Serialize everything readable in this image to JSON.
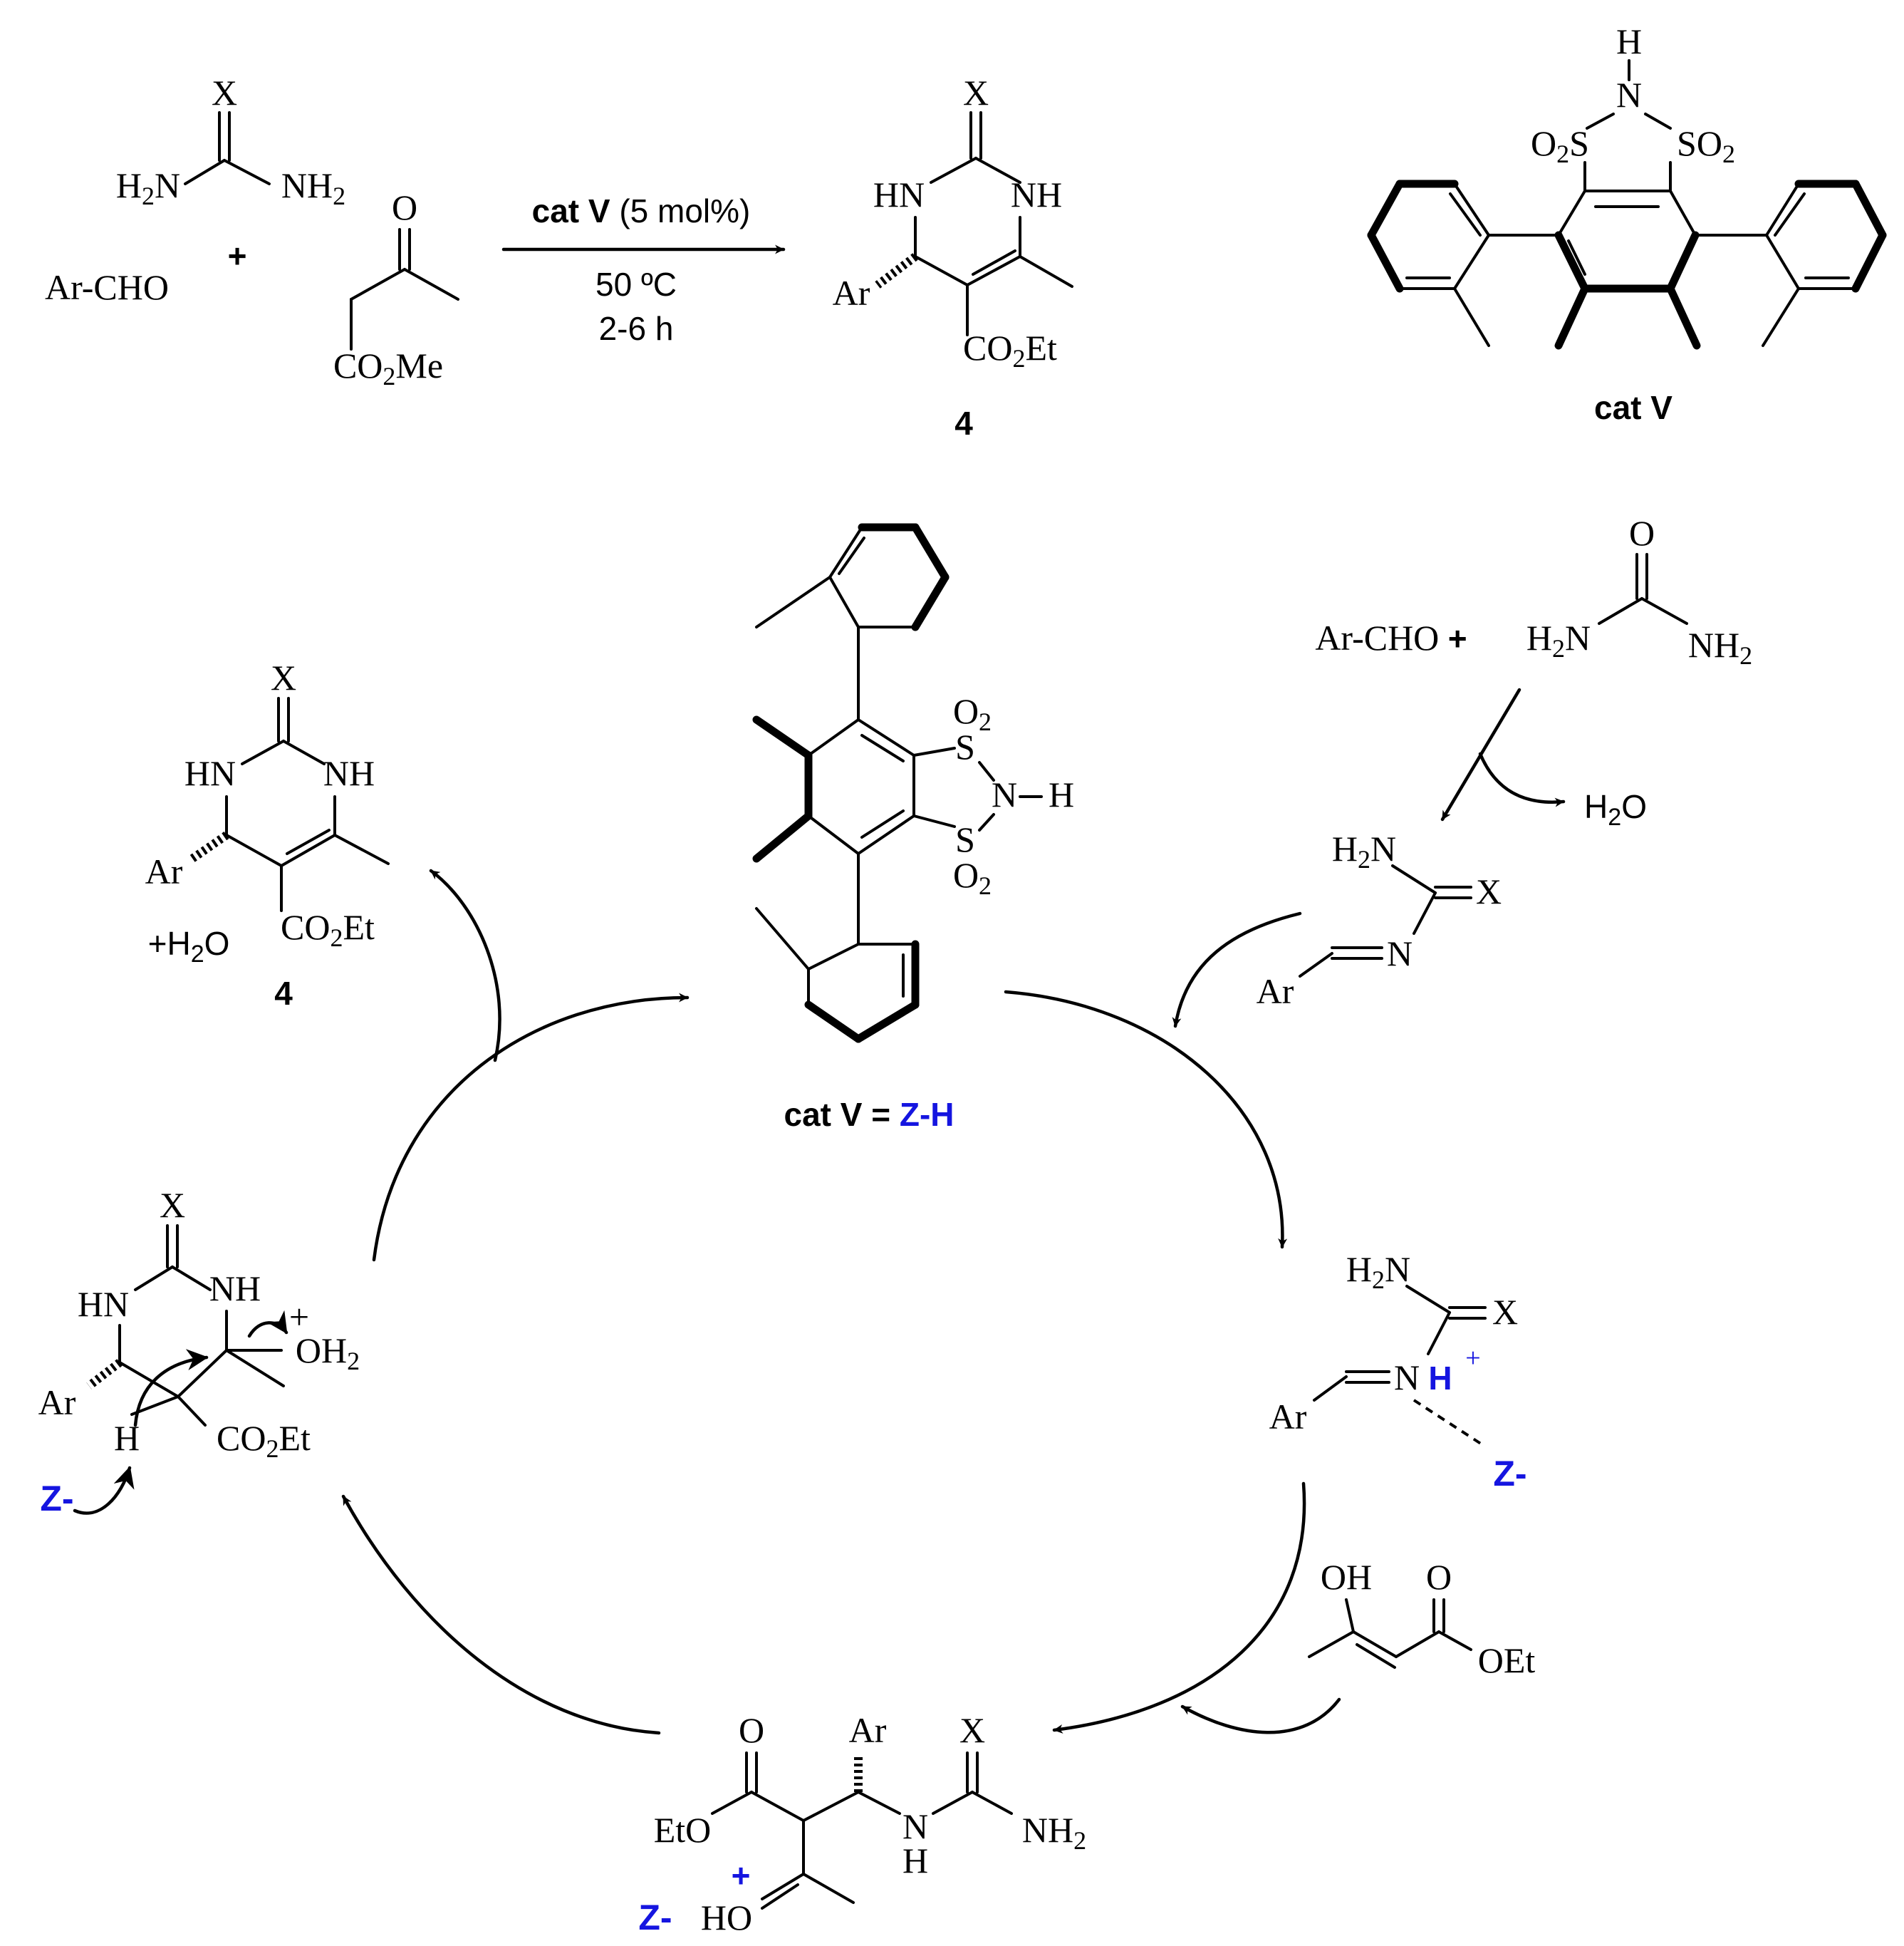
{
  "reaction": {
    "aldehyde": "Ar-CHO",
    "plus": "+",
    "x_atom": "X",
    "h2n": "H2N",
    "nh2": "NH2",
    "o_atom": "O",
    "ester": "CO2Me",
    "catalyst": "cat V",
    "loading": "(5 mol%)",
    "temperature": "50 ºC",
    "time": "2-6 h"
  },
  "product": {
    "x_atom": "X",
    "hn": "HN",
    "nh": "NH",
    "ar": "Ar",
    "ester": "CO2Et",
    "number": "4"
  },
  "catalyst": {
    "h": "H",
    "n": "N",
    "so2_left": "O2S",
    "so2_right": "SO2",
    "label": "cat V"
  },
  "cycle": {
    "center_label_prefix": "cat V = ",
    "center_label_zh": "Z-H",
    "center_o2_top": "O2",
    "center_s_top": "S",
    "center_nh": "N",
    "center_h": "H",
    "center_s_bottom": "S",
    "center_o2_bottom": "O2",
    "urea_aldehyde": "Ar-CHO",
    "urea_plus": "+",
    "urea_h2n": "H2N",
    "urea_nh2": "NH2",
    "urea_o": "O",
    "water": "H2O",
    "imine_h2n": "H2N",
    "imine_x": "X",
    "imine_n": "N",
    "imine_ar": "Ar",
    "iminium_h2n": "H2N",
    "iminium_x": "X",
    "iminium_n": "N",
    "iminium_h": "H",
    "iminium_plus": "+",
    "iminium_ar": "Ar",
    "z_minus": "Z-",
    "enol_oh": "OH",
    "enol_o": "O",
    "enol_oet": "OEt",
    "adduct_o": "O",
    "adduct_eto": "EtO",
    "adduct_ar": "Ar",
    "adduct_x": "X",
    "adduct_n": "N",
    "adduct_h": "H",
    "adduct_nh2": "NH2",
    "adduct_ho": "HO",
    "adduct_plus": "+",
    "cyc_x": "X",
    "cyc_hn": "HN",
    "cyc_nh": "NH",
    "cyc_oh2": "OH2",
    "cyc_plus": "+",
    "cyc_ar": "Ar",
    "cyc_h": "H",
    "cyc_ester": "CO2Et",
    "prod_x": "X",
    "prod_hn": "HN",
    "prod_nh": "NH",
    "prod_ar": "Ar",
    "prod_ester": "CO2Et",
    "prod_water": "+H2O",
    "prod_number": "4"
  },
  "colors": {
    "accent": "#1515e0",
    "ink": "#000000"
  }
}
